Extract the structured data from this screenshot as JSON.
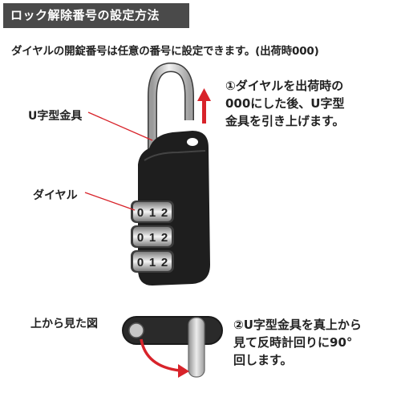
{
  "title": "ロック解除番号の設定方法",
  "intro": "ダイヤルの開錠番号は任意の番号に設定できます。(出荷時000)",
  "labels": {
    "shackle": "U字型金具",
    "dial": "ダイヤル",
    "top_view": "上から見た図"
  },
  "steps": [
    {
      "text": "①ダイヤルを出荷時の\n000にした後、U字型\n金具を引き上げます。"
    },
    {
      "text": "②U字型金具を真上から\n見て反時計回りに90°\n回します。"
    }
  ],
  "dial_digits": [
    "0",
    "1",
    "2"
  ],
  "colors": {
    "title_bg": "#4a4a4a",
    "arrow_red": "#d8232a",
    "lock_body": "#1e1e1e",
    "shackle_gray": "#c9c9c9"
  },
  "icons": [
    "up-arrow-icon",
    "rotation-arrow-icon"
  ]
}
